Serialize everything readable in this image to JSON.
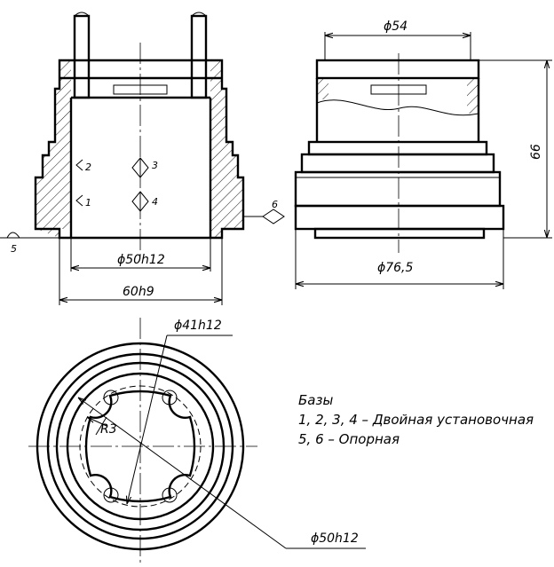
{
  "dimensions": {
    "phi54": "ϕ54",
    "d66": "66",
    "phi50h12_top": "ϕ50h12",
    "d60h9": "60h9",
    "phi76_5": "ϕ76,5",
    "phi41h12": "ϕ41h12",
    "r3": "R3",
    "phi50h12_bottom": "ϕ50h12"
  },
  "datums": {
    "d1": "1",
    "d2": "2",
    "d3": "3",
    "d4": "4",
    "d5": "5",
    "d6": "6"
  },
  "notes": {
    "title": "Базы",
    "line1": "1, 2, 3, 4 – Двойная установочная",
    "line2": "5, 6 – Опорная"
  }
}
